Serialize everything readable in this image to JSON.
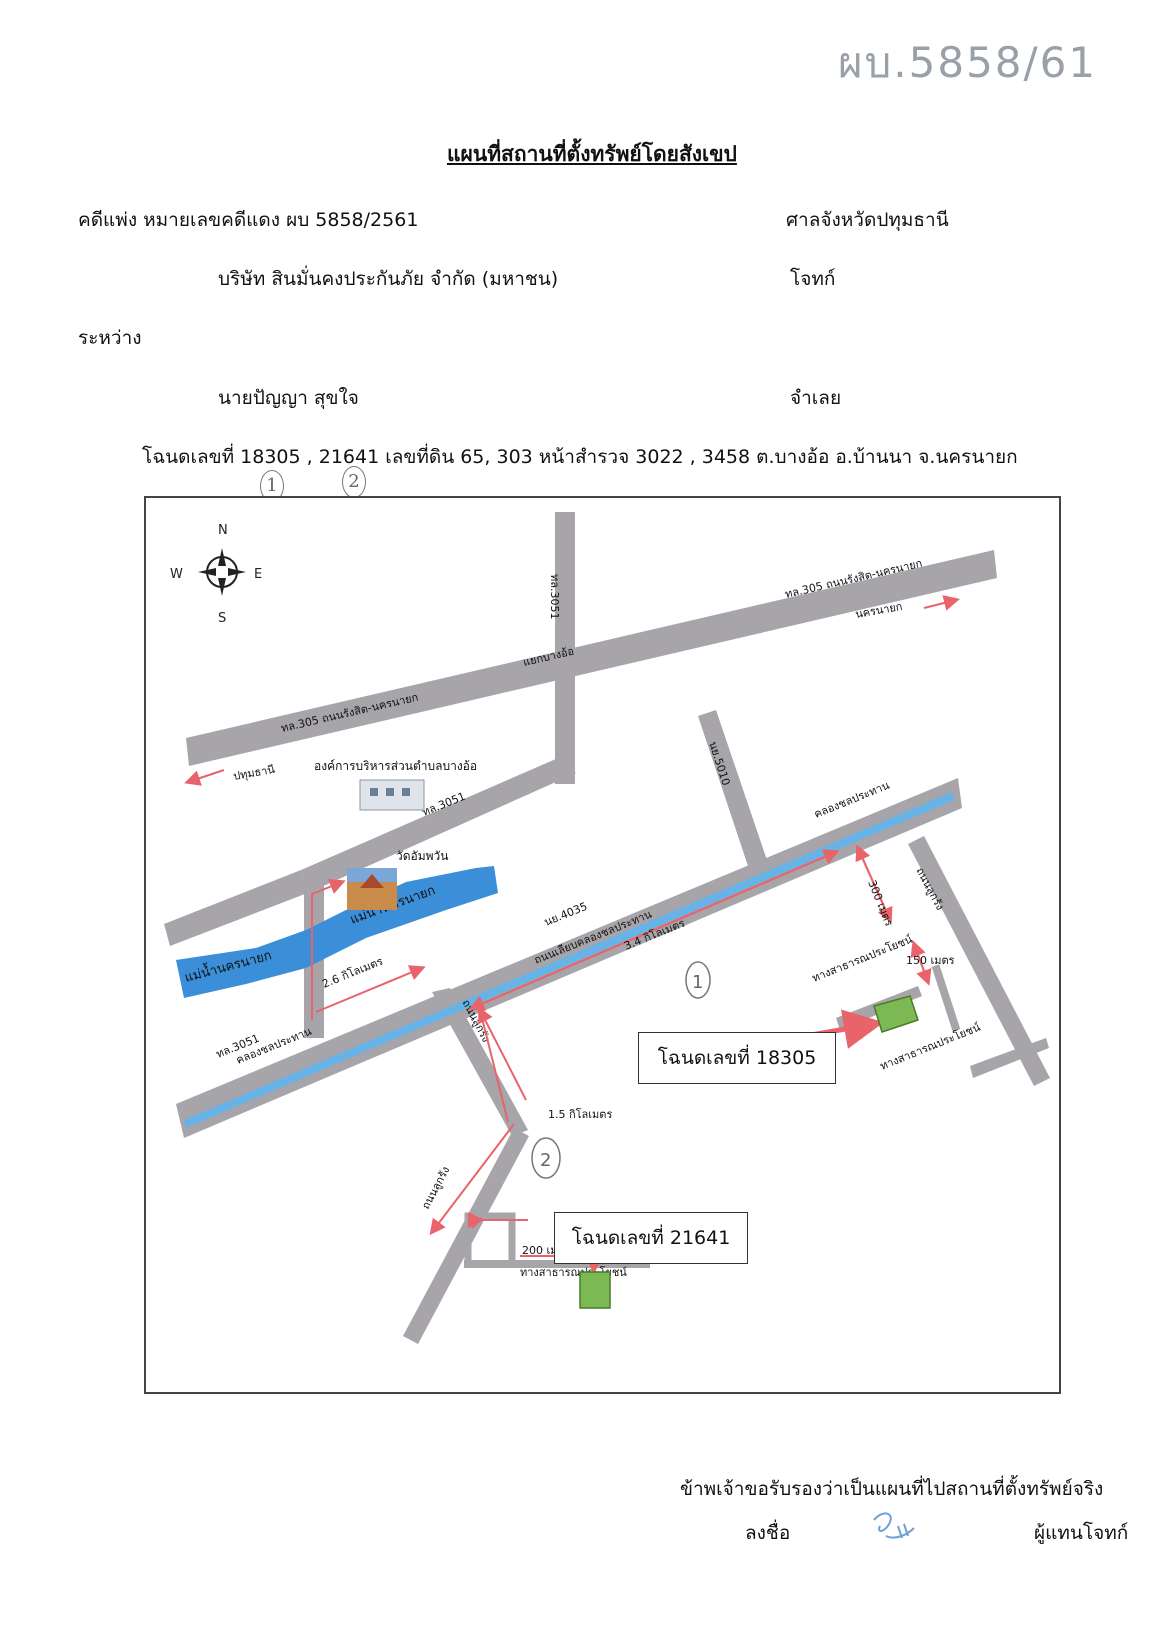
{
  "doc_number_handwritten": "ผบ.5858/61",
  "title": "แผนที่สถานที่ตั้งทรัพย์โดยสังเขป",
  "case_line": "คดีแพ่ง  หมายเลขคดีแดง  ผบ 5858/2561",
  "court": "ศาลจังหวัดปทุมธานี",
  "plaintiff_name": "บริษัท สินมั่นคงประกันภัย จำกัด (มหาชน)",
  "plaintiff_role": "โจทก์",
  "between": "ระหว่าง",
  "defendant_name": "นายปัญญา  สุขใจ",
  "defendant_role": "จำเลย",
  "deed_line": "โฉนดเลขที่ 18305 , 21641 เลขที่ดิน 65, 303 หน้าสำรวจ 3022 , 3458   ต.บางอ้อ  อ.บ้านนา  จ.นครนายก",
  "markers": [
    "1",
    "2"
  ],
  "map": {
    "compass": {
      "n": "N",
      "s": "S",
      "e": "E",
      "w": "W"
    },
    "roads": {
      "hwy305_right": "ทล.305 ถนนรังสิต-นครนายก",
      "hwy305_left": "ทล.305 ถนนรังสิต-นครนายก",
      "rd3051_vertical": "ทล.3051",
      "rd3051_diag": "ทล.3051",
      "rd3051_lower": "ทล.3051",
      "rd5010": "นย.5010",
      "rd4035": "นย.4035",
      "canal_road": "ถนนเลียบคลองชลประทาน",
      "soi_upper": "ถนนลูกรัง",
      "soi_lower": "ถนนลูกรัง",
      "soi_right": "ถนนลูกรัง",
      "public_way_1": "ทางสาธารณประโยชน์",
      "public_way_2": "ทางสาธารณประโยชน์",
      "public_way_3": "ทางสาธารณประโยชน์"
    },
    "junction": "แยกบางอ้อ",
    "to_nakhonnayok": "นครนายก",
    "to_pathumthani": "ปทุมธานี",
    "office": "องค์การบริหารส่วนตำบลบางอ้อ",
    "temple": "วัดอัมพวัน",
    "river_1": "แม่น้ำนครนายก",
    "river_2": "แม่น้ำนครนายก",
    "canal_1": "คลองชลประทาน",
    "canal_2": "คลองชลประทาน",
    "distances": {
      "d26": "2.6 กิโลเมตร",
      "d34": "3.4 กิโลเมตร",
      "d15": "1.5 กิโลเมตร",
      "d300": "300 เมตร",
      "d150": "150 เมตร",
      "d200": "200 เมตร"
    },
    "deed_box_1": "โฉนดเลขที่ 18305",
    "deed_box_2": "โฉนดเลขที่ 21641",
    "box_markers": [
      "1",
      "2"
    ]
  },
  "certify": "ข้าพเจ้าขอรับรองว่าเป็นแผนที่ไปสถานที่ตั้งทรัพย์จริง",
  "sign_label": "ลงชื่อ",
  "signer_role": "ผู้แทนโจทก์",
  "colors": {
    "road": "#a7a5a9",
    "canal": "#67b2e6",
    "arrow": "#e8636a",
    "parcel": "#7cb854",
    "river": "#3a8fd8"
  }
}
